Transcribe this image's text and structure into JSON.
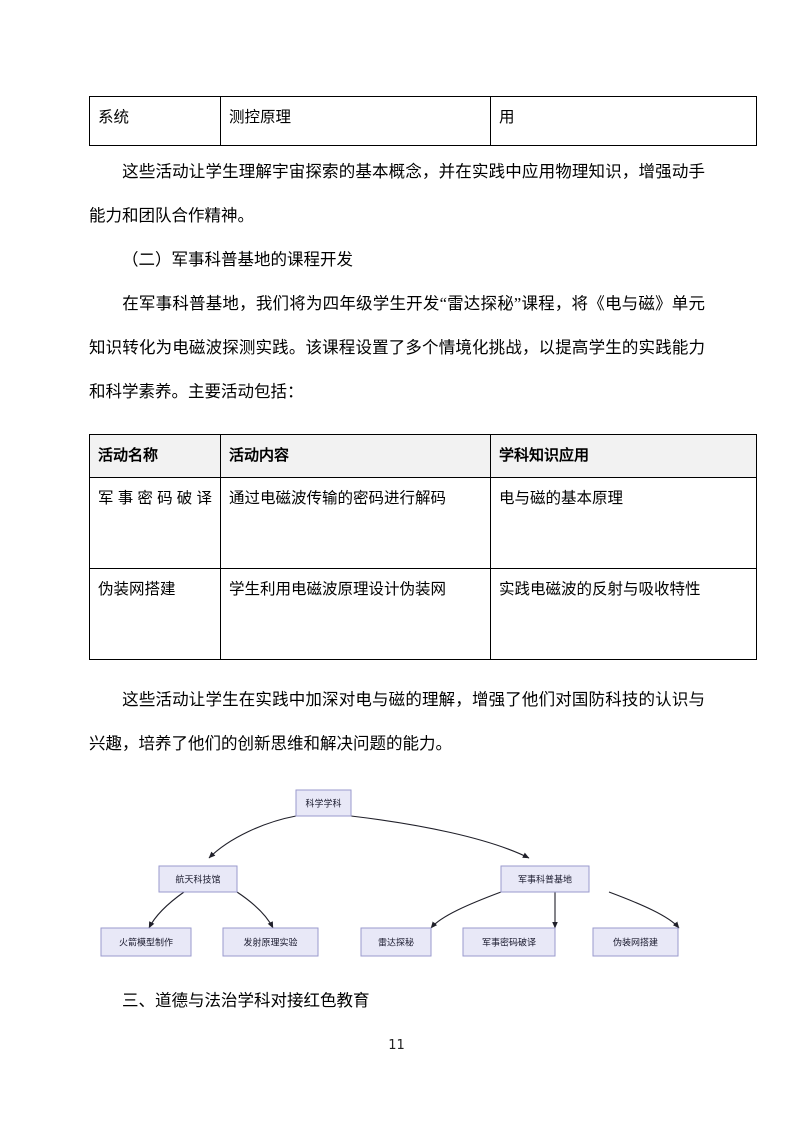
{
  "document": {
    "page_number": "11"
  },
  "continued_table": {
    "rows": [
      [
        "系统",
        "测控原理",
        "用"
      ]
    ]
  },
  "paragraphs": {
    "p1": "这些活动让学生理解宇宙探索的基本概念，并在实践中应用物理知识，增强动手能力和团队合作精神。",
    "p2": "（二）军事科普基地的课程开发",
    "p3": "在军事科普基地，我们将为四年级学生开发“雷达探秘”课程，将《电与磁》单元知识转化为电磁波探测实践。该课程设置了多个情境化挑战，以提高学生的实践能力和科学素养。主要活动包括：",
    "p4": "这些活动让学生在实践中加深对电与磁的理解，增强了他们对国防科技的认识与兴趣，培养了他们的创新思维和解决问题的能力。"
  },
  "activity_table": {
    "headers": [
      "活动名称",
      "活动内容",
      "学科知识应用"
    ],
    "rows": [
      [
        "军事密码破译",
        "通过电磁波传输的密码进行解码",
        "电与磁的基本原理"
      ],
      [
        "伪装网搭建",
        "学生利用电磁波原理设计伪装网",
        "实践电磁波的反射与吸收特性"
      ]
    ]
  },
  "heading": "三、道德与法治学科对接红色教育",
  "diagram": {
    "node_fill": "#e8e8f7",
    "node_border": "#9a9ace",
    "root": "科学学科",
    "branches": [
      {
        "label": "航天科技馆",
        "children": [
          "火箭模型制作",
          "发射原理实验"
        ]
      },
      {
        "label": "军事科普基地",
        "children": [
          "雷达探秘",
          "军事密码破译",
          "伪装网搭建"
        ]
      }
    ],
    "nodes": {
      "root": "科学学科",
      "mid_left": "航天科技馆",
      "mid_right": "军事科普基地",
      "leaf1": "火箭模型制作",
      "leaf2": "发射原理实验",
      "leaf3": "雷达探秘",
      "leaf4": "军事密码破译",
      "leaf5": "伪装网搭建"
    }
  }
}
